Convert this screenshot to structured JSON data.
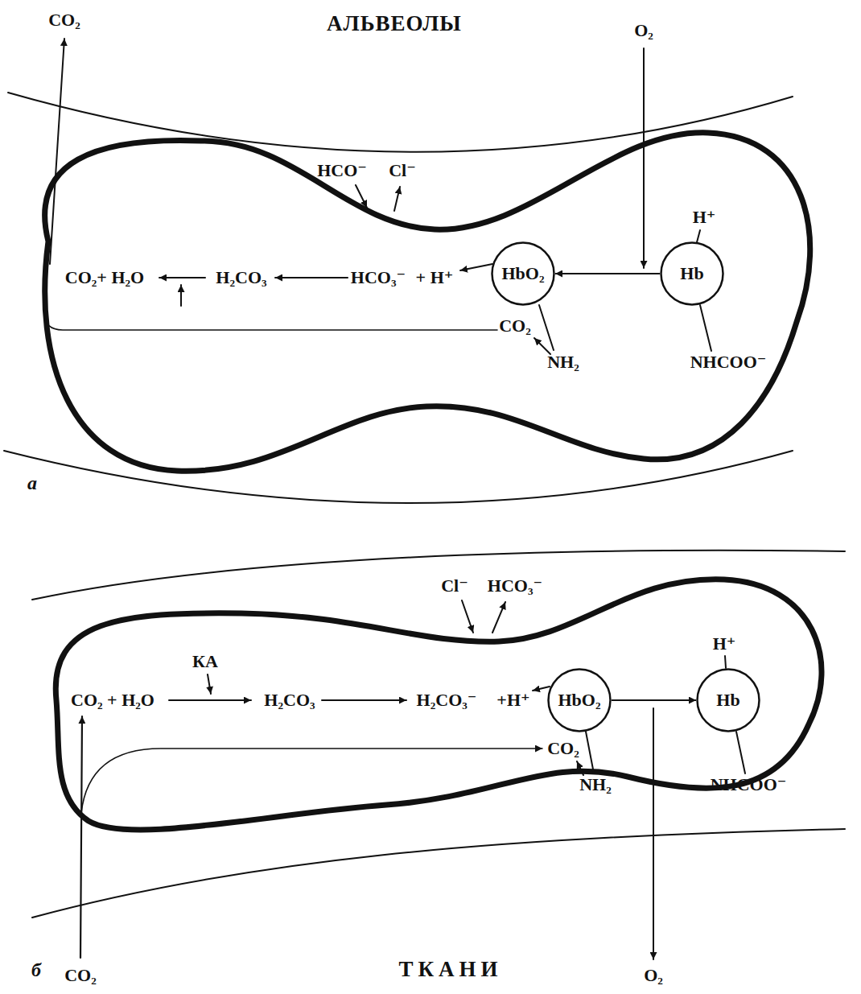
{
  "diagram": {
    "nodes": [
      {
        "text": [
          "HbO₂"
        ]
      },
      {
        "text": [
          "Hb"
        ]
      },
      {
        "text": [
          "HbO₂"
        ]
      },
      {
        "text": [
          "Hb"
        ]
      }
    ],
    "edges": [
      {
        "from": 1,
        "to": 0,
        "arrow": "to"
      },
      {
        "from": 2,
        "to": 3,
        "arrow": "to"
      }
    ],
    "labels": [
      "CO₂",
      "АЛЬВЕОЛЫ",
      "O₂",
      "HCO⁻",
      "Cl⁻",
      "CO₂+ H₂O",
      "H₂CO₃",
      "HCO₃⁻",
      "+ H⁺",
      "H⁺",
      "CO₂",
      "NH₂",
      "NHCOO⁻",
      "а",
      "Cl⁻",
      "HCO₃⁻",
      "КА",
      "CO₂ + H₂O",
      "H₂CO₃",
      "H₂CO₃⁻",
      "+H⁺",
      "H⁺",
      "CO₂",
      "NH₂",
      "NHCOO⁻",
      "б",
      "CO₂",
      "ТКАНИ",
      "O₂"
    ]
  }
}
